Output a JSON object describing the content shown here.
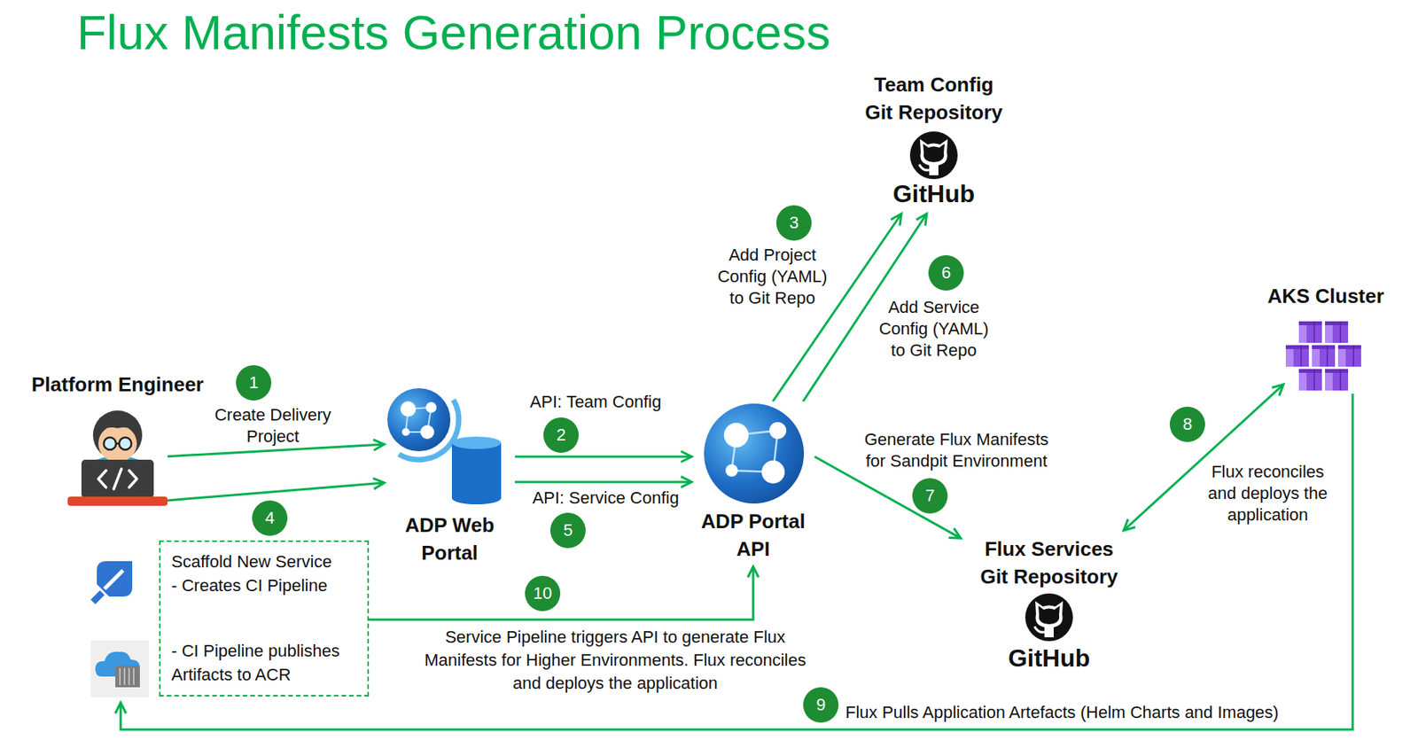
{
  "diagram": {
    "title": "Flux Manifests Generation Process",
    "nodes": [
      {
        "text": [
          "Platform Engineer"
        ]
      },
      {
        "text": [
          "ADP Web Portal"
        ]
      },
      {
        "text": [
          "ADP Portal API"
        ]
      },
      {
        "text": [
          "Team Config Git Repository",
          "GitHub"
        ]
      },
      {
        "text": [
          "Flux Services Git Repository",
          "GitHub"
        ]
      },
      {
        "text": [
          "AKS Cluster"
        ]
      },
      {
        "text": [
          "Scaffold New Service",
          "- Creates CI Pipeline",
          "- CI Pipeline publishes Artifacts to ACR"
        ]
      }
    ],
    "edges": [
      {
        "from": 0,
        "to": 1,
        "arrow": "to",
        "label": "Create Delivery Project"
      },
      {
        "from": 0,
        "to": 1,
        "arrow": "to"
      },
      {
        "from": 1,
        "to": 2,
        "arrow": "to",
        "label": "API: Team Config"
      },
      {
        "from": 1,
        "to": 2,
        "arrow": "to",
        "label": "API: Service Config"
      },
      {
        "from": 2,
        "to": 3,
        "arrow": "to",
        "label": "Add Project Config (YAML) to Git Repo"
      },
      {
        "from": 2,
        "to": 3,
        "arrow": "to",
        "label": "Add Service Config (YAML) to Git Repo"
      },
      {
        "from": 2,
        "to": 4,
        "arrow": "to",
        "label": "Generate Flux Manifests for Sandpit Environment"
      },
      {
        "from": 4,
        "to": 5,
        "arrow": "both",
        "label": "Flux reconciles and deploys the application"
      },
      {
        "from": 6,
        "to": 2,
        "arrow": "to",
        "label": "Service Pipeline triggers API to generate Flux Manifests for Higher Environments. Flux reconciles and deploys the application"
      }
    ],
    "labels": [
      "1",
      "2",
      "3",
      "4",
      "5",
      "6",
      "7",
      "8",
      "9",
      "10",
      "Flux Pulls Application Artefacts (Helm Charts and Images)"
    ]
  }
}
